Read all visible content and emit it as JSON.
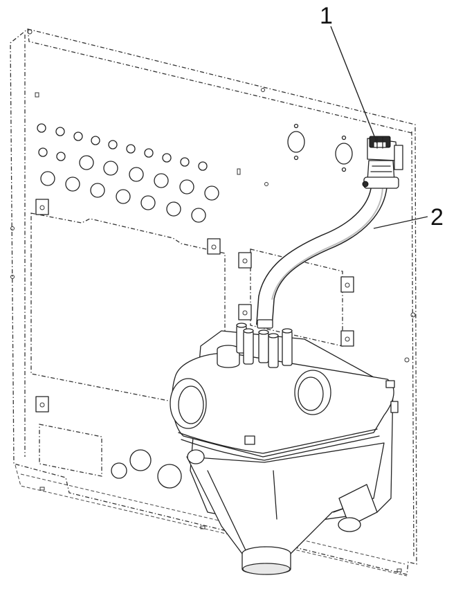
{
  "callouts": [
    {
      "number": "1",
      "part": "valve"
    },
    {
      "number": "2",
      "part": "hose"
    }
  ],
  "colors": {
    "line": "#222222",
    "background": "#ffffff"
  }
}
